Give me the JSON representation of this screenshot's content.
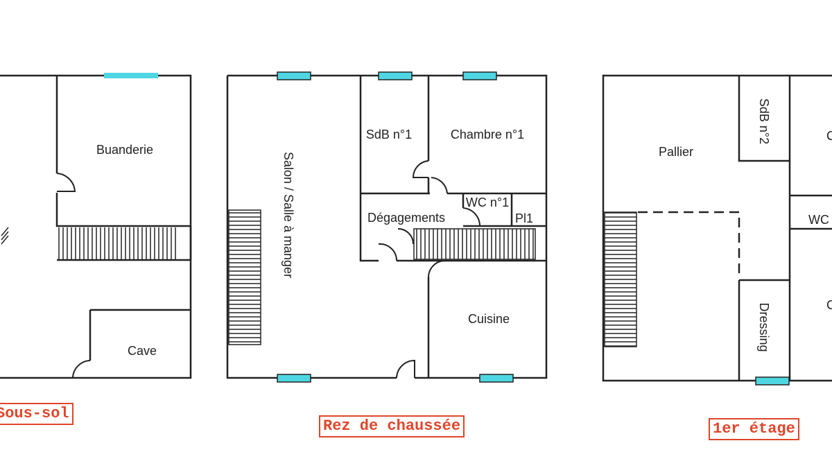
{
  "colors": {
    "wall": "#222222",
    "window": "#4fd6e3",
    "label": "#e0452a",
    "background": "#ffffff"
  },
  "floors": [
    {
      "label": "Sous-sol",
      "rooms": [
        {
          "name": "Buanderie"
        },
        {
          "name": "Cave"
        }
      ]
    },
    {
      "label": "Rez de chaussée",
      "rooms": [
        {
          "name": "Salon / Salle à manger"
        },
        {
          "name": "SdB n°1"
        },
        {
          "name": "Chambre n°1"
        },
        {
          "name": "WC n°1"
        },
        {
          "name": "Pl1"
        },
        {
          "name": "Dégagements"
        },
        {
          "name": "Cuisine"
        }
      ]
    },
    {
      "label": "1er étage",
      "rooms": [
        {
          "name": "Pallier"
        },
        {
          "name": "SdB n°2"
        },
        {
          "name": "C"
        },
        {
          "name": "WC"
        },
        {
          "name": "C"
        },
        {
          "name": "Dressing"
        }
      ]
    }
  ]
}
